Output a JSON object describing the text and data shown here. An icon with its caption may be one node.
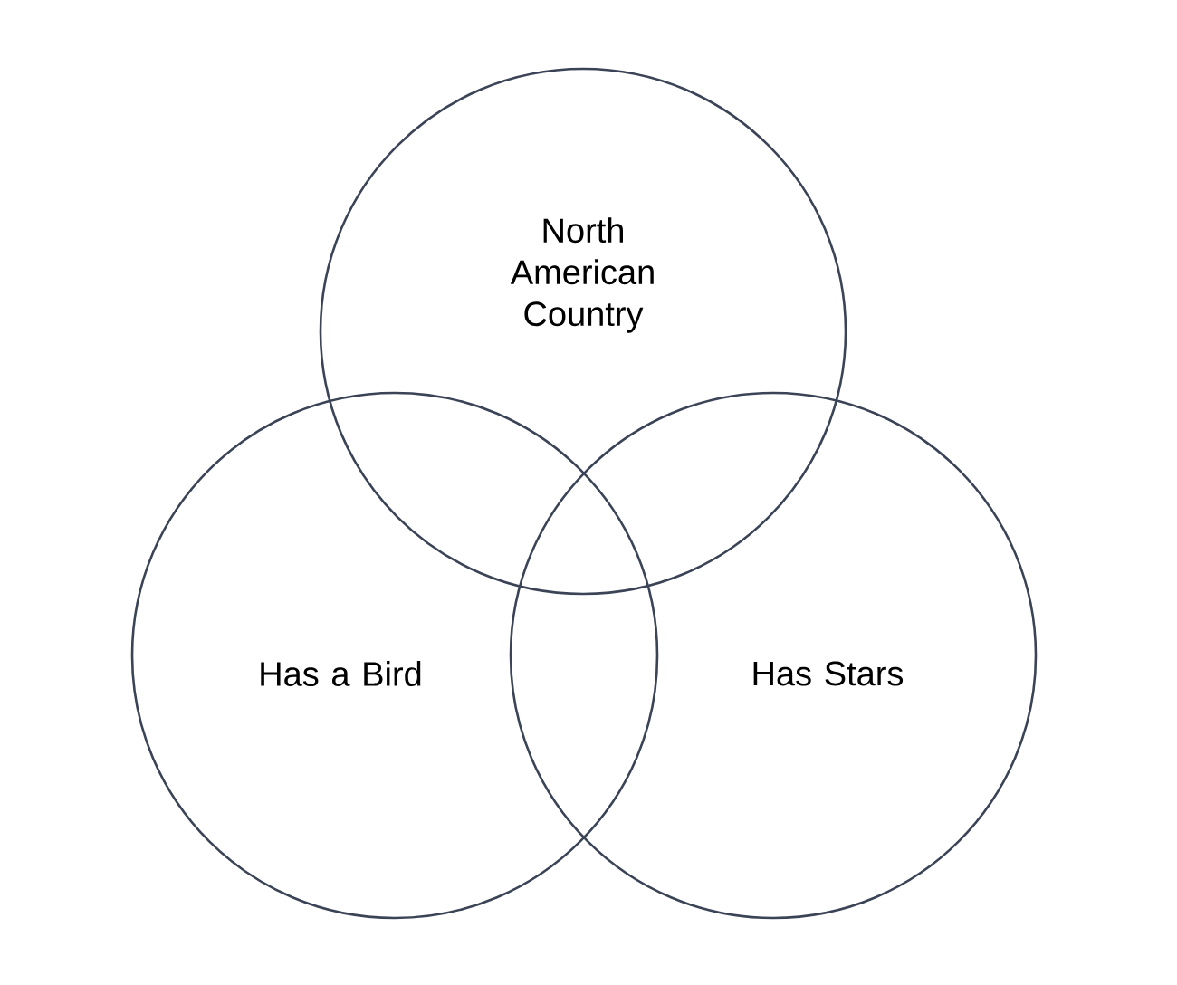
{
  "diagram": {
    "nodes": [
      {
        "text": [
          "North American Country"
        ]
      },
      {
        "text": [
          "Has a Bird"
        ]
      },
      {
        "text": [
          "Has Stars"
        ]
      }
    ]
  }
}
